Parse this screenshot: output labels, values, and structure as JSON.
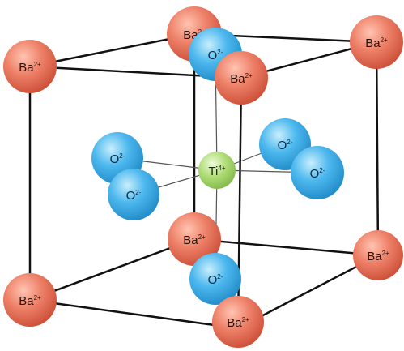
{
  "labels": {
    "ba_base": "Ba",
    "ba_charge": "2+",
    "o_base": "O",
    "o_charge": "2-",
    "ti_base": "Ti",
    "ti_charge": "4+"
  },
  "colors": {
    "barium": "#e8735c",
    "oxygen": "#3eaee6",
    "titanium": "#a6d86a",
    "edges": "#111111"
  }
}
